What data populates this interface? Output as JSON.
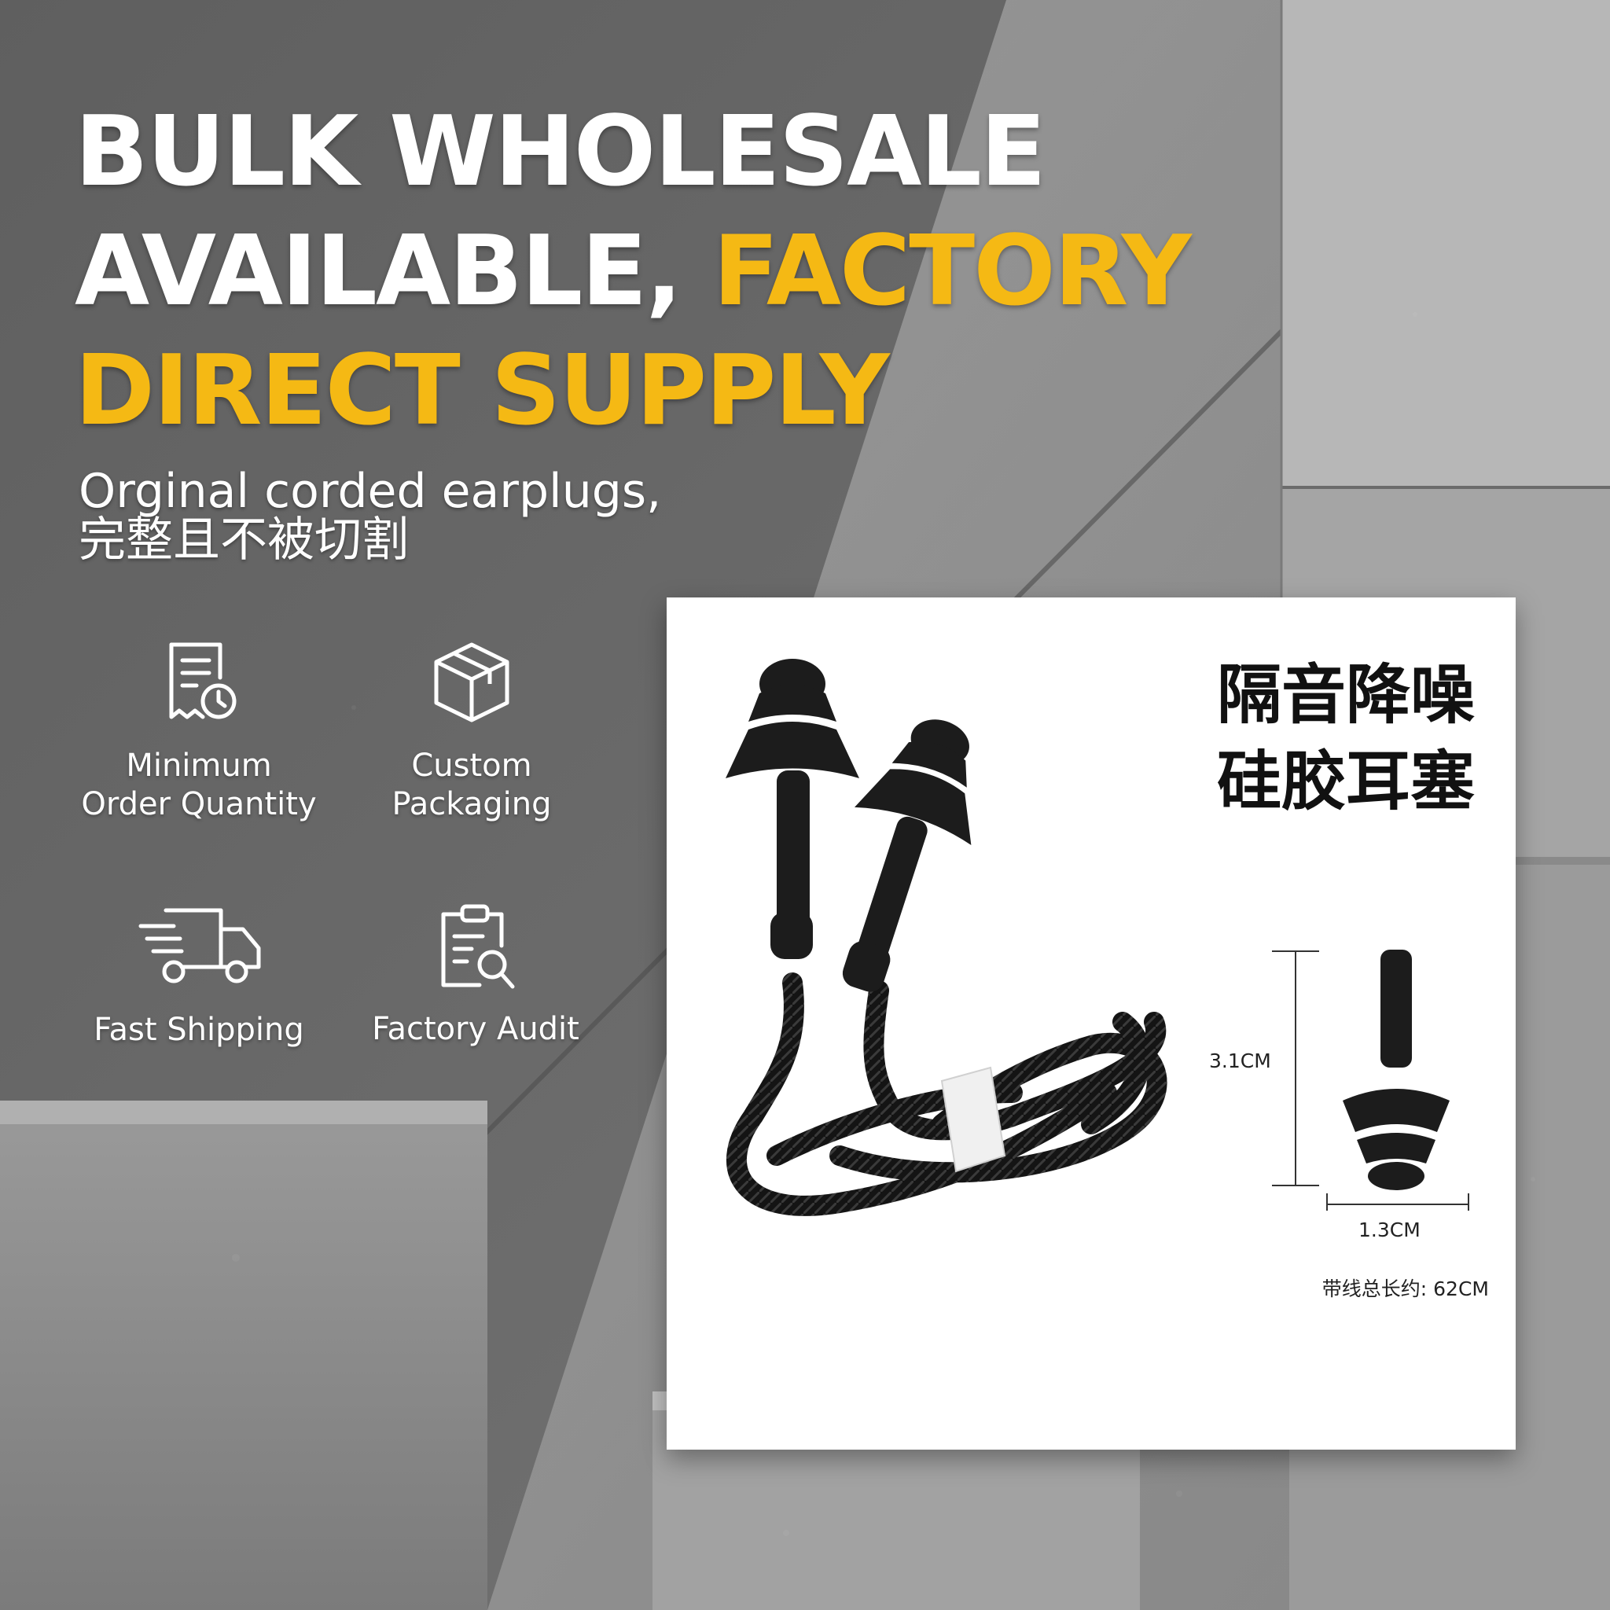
{
  "colors": {
    "accent": "#f5b914",
    "text": "#ffffff",
    "card": "#ffffff"
  },
  "headline": {
    "line1": "BULK WHOLESALE",
    "line2_white": "AVAILABLE, ",
    "line2_accent": "FACTORY",
    "line3": "DIRECT SUPPLY"
  },
  "subtitle": {
    "line1": "Orginal corded earplugs,",
    "line2": "完整且不被切割"
  },
  "features": [
    {
      "icon": "receipt-clock-icon",
      "line1": "Minimum",
      "line2": "Order Quantity"
    },
    {
      "icon": "box-icon",
      "line1": "Custom",
      "line2": "Packaging"
    },
    {
      "icon": "delivery-truck-icon",
      "line1": "Fast Shipping"
    },
    {
      "icon": "clipboard-search-icon",
      "line1": "Factory Audit"
    }
  ],
  "card": {
    "title_line1": "隔音降噪",
    "title_line2": "硅胶耳塞",
    "height_label": "3.1CM",
    "width_label": "1.3CM",
    "total_length": "带线总长约: 62CM"
  }
}
